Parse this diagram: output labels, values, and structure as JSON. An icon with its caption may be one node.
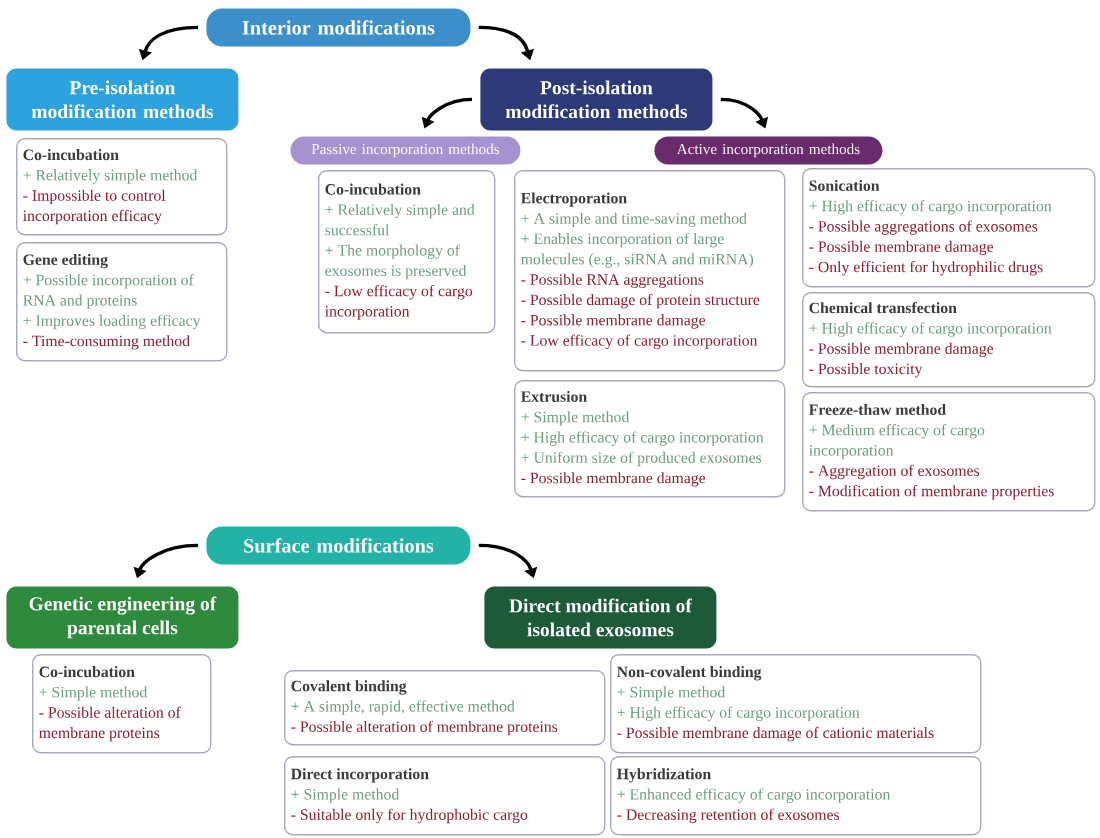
{
  "diagram": {
    "nodes": [
      {
        "text": [
          "Interior modifications"
        ]
      },
      {
        "text": [
          "Pre-isolation modification methods"
        ]
      },
      {
        "text": [
          "Post-isolation modification methods"
        ]
      },
      {
        "text": [
          "Passive incorporation methods"
        ]
      },
      {
        "text": [
          "Active incorporation methods"
        ]
      },
      {
        "text": [
          "Co-incubation",
          "+ Relatively simple method",
          "- Impossible to control incorporation efficacy"
        ]
      },
      {
        "text": [
          "Gene editing",
          "+ Possible incorporation of RNA and proteins",
          "+ Improves loading efficacy",
          "- Time-consuming method"
        ]
      },
      {
        "text": [
          "Co-incubation",
          "+ Relatively simple and successful",
          "+ The morphology of exosomes is preserved",
          "- Low efficacy of cargo incorporation"
        ]
      },
      {
        "text": [
          "Electroporation",
          "+ A simple and time-saving method",
          "+ Enables incorporation of large molecules (e.g., siRNA and miRNA)",
          "- Possible RNA aggregations",
          "- Possible damage of protein structure",
          "- Possible membrane damage",
          "- Low efficacy of cargo incorporation"
        ]
      },
      {
        "text": [
          "Extrusion",
          "+ Simple method",
          "+ High efficacy of cargo incorporation",
          "+ Uniform size of produced exosomes",
          "- Possible membrane damage"
        ]
      },
      {
        "text": [
          "Sonication",
          "+ High efficacy of cargo incorporation",
          "- Possible aggregations of exosomes",
          "- Possible membrane damage",
          "- Only efficient for hydrophilic drugs"
        ]
      },
      {
        "text": [
          "Chemical transfection",
          "+ High efficacy of cargo incorporation",
          "- Possible membrane damage",
          "- Possible toxicity"
        ]
      },
      {
        "text": [
          "Freeze-thaw method",
          "+ Medium efficacy of cargo incorporation",
          "- Aggregation of exosomes",
          "- Modification of membrane properties"
        ]
      },
      {
        "text": [
          "Surface modifications"
        ]
      },
      {
        "text": [
          "Genetic engineering of parental cells"
        ]
      },
      {
        "text": [
          "Direct modification of isolated exosomes"
        ]
      },
      {
        "text": [
          "Co-incubation",
          "+ Simple method",
          "- Possible alteration of membrane proteins"
        ]
      },
      {
        "text": [
          "Covalent binding",
          "+ A simple, rapid, effective method",
          "- Possible alteration of membrane proteins"
        ]
      },
      {
        "text": [
          "Non-covalent binding",
          "+ Simple method",
          "+ High efficacy of cargo incorporation",
          "- Possible membrane damage of cationic materials"
        ]
      },
      {
        "text": [
          "Direct incorporation",
          "+ Simple method",
          "- Suitable only for hydrophobic cargo"
        ]
      },
      {
        "text": [
          "Hybridization",
          "+ Enhanced efficacy of cargo incorporation",
          "- Decreasing retention of exosomes"
        ]
      }
    ],
    "edges": [
      {
        "from": 0,
        "to": 1,
        "arrow": "to"
      },
      {
        "from": 0,
        "to": 2,
        "arrow": "to"
      },
      {
        "from": 2,
        "to": 3,
        "arrow": "to"
      },
      {
        "from": 2,
        "to": 4,
        "arrow": "to"
      },
      {
        "from": 13,
        "to": 14,
        "arrow": "to"
      },
      {
        "from": 13,
        "to": 15,
        "arrow": "to"
      }
    ]
  }
}
